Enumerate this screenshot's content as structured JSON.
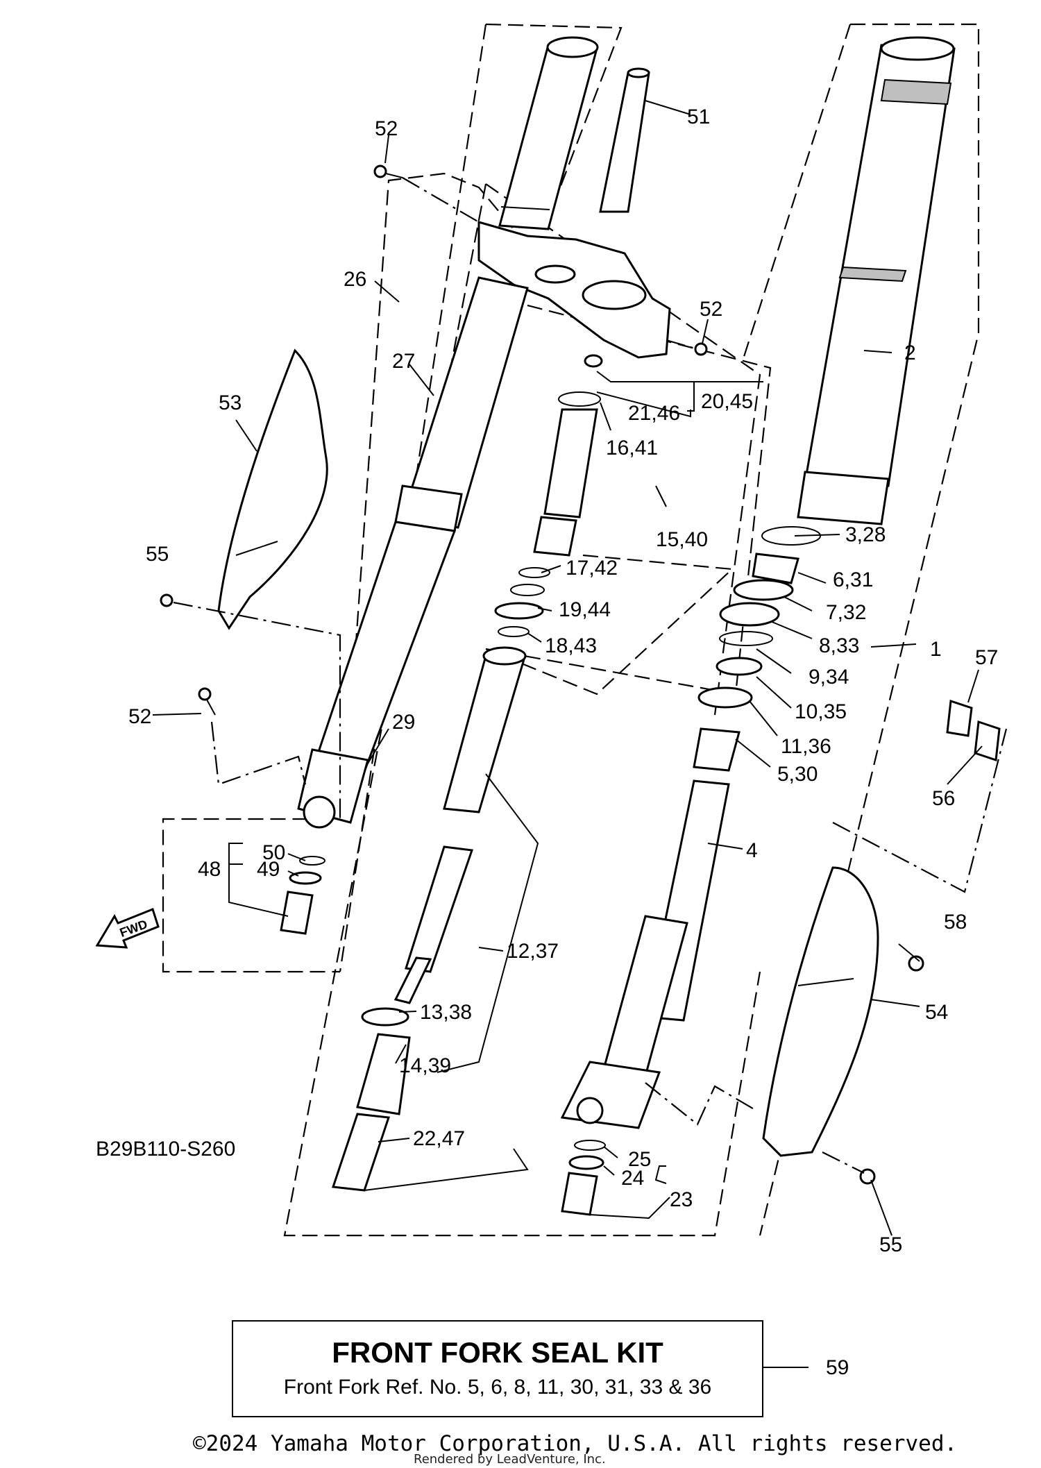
{
  "diagram_code": "B29B110-S260",
  "fwd_label": "FWD",
  "kit": {
    "title": "FRONT FORK SEAL KIT",
    "subtitle": "Front Fork Ref. No. 5, 6, 8, 11, 30, 31, 33 & 36",
    "ref": "59"
  },
  "copyright": "©2024 Yamaha Motor Corporation, U.S.A. All rights reserved.",
  "rendered_by": "Rendered by LeadVenture, Inc.",
  "callouts": [
    {
      "id": "c51",
      "text": "51"
    },
    {
      "id": "c52a",
      "text": "52"
    },
    {
      "id": "c52b",
      "text": "52"
    },
    {
      "id": "c26",
      "text": "26"
    },
    {
      "id": "c27",
      "text": "27"
    },
    {
      "id": "c2",
      "text": "2"
    },
    {
      "id": "c20_45",
      "text": "20,45"
    },
    {
      "id": "c21_46",
      "text": "21,46"
    },
    {
      "id": "c16_41",
      "text": "16,41"
    },
    {
      "id": "c53",
      "text": "53"
    },
    {
      "id": "c15_40",
      "text": "15,40"
    },
    {
      "id": "c3_28",
      "text": "3,28"
    },
    {
      "id": "c55a",
      "text": "55"
    },
    {
      "id": "c17_42",
      "text": "17,42"
    },
    {
      "id": "c6_31",
      "text": "6,31"
    },
    {
      "id": "c19_44",
      "text": "19,44"
    },
    {
      "id": "c7_32",
      "text": "7,32"
    },
    {
      "id": "c18_43",
      "text": "18,43"
    },
    {
      "id": "c8_33",
      "text": "8,33"
    },
    {
      "id": "c1",
      "text": "1"
    },
    {
      "id": "c57",
      "text": "57"
    },
    {
      "id": "c9_34",
      "text": "9,34"
    },
    {
      "id": "c10_35",
      "text": "10,35"
    },
    {
      "id": "c52c",
      "text": "52"
    },
    {
      "id": "c29",
      "text": "29"
    },
    {
      "id": "c11_36",
      "text": "11,36"
    },
    {
      "id": "c5_30",
      "text": "5,30"
    },
    {
      "id": "c56",
      "text": "56"
    },
    {
      "id": "c50",
      "text": "50"
    },
    {
      "id": "c4",
      "text": "4"
    },
    {
      "id": "c48",
      "text": "48"
    },
    {
      "id": "c49",
      "text": "49"
    },
    {
      "id": "c58",
      "text": "58"
    },
    {
      "id": "c12_37",
      "text": "12,37"
    },
    {
      "id": "c13_38",
      "text": "13,38"
    },
    {
      "id": "c54",
      "text": "54"
    },
    {
      "id": "c14_39",
      "text": "14,39"
    },
    {
      "id": "c22_47",
      "text": "22,47"
    },
    {
      "id": "c25",
      "text": "25"
    },
    {
      "id": "c24",
      "text": "24"
    },
    {
      "id": "c23",
      "text": "23"
    },
    {
      "id": "c55b",
      "text": "55"
    }
  ]
}
